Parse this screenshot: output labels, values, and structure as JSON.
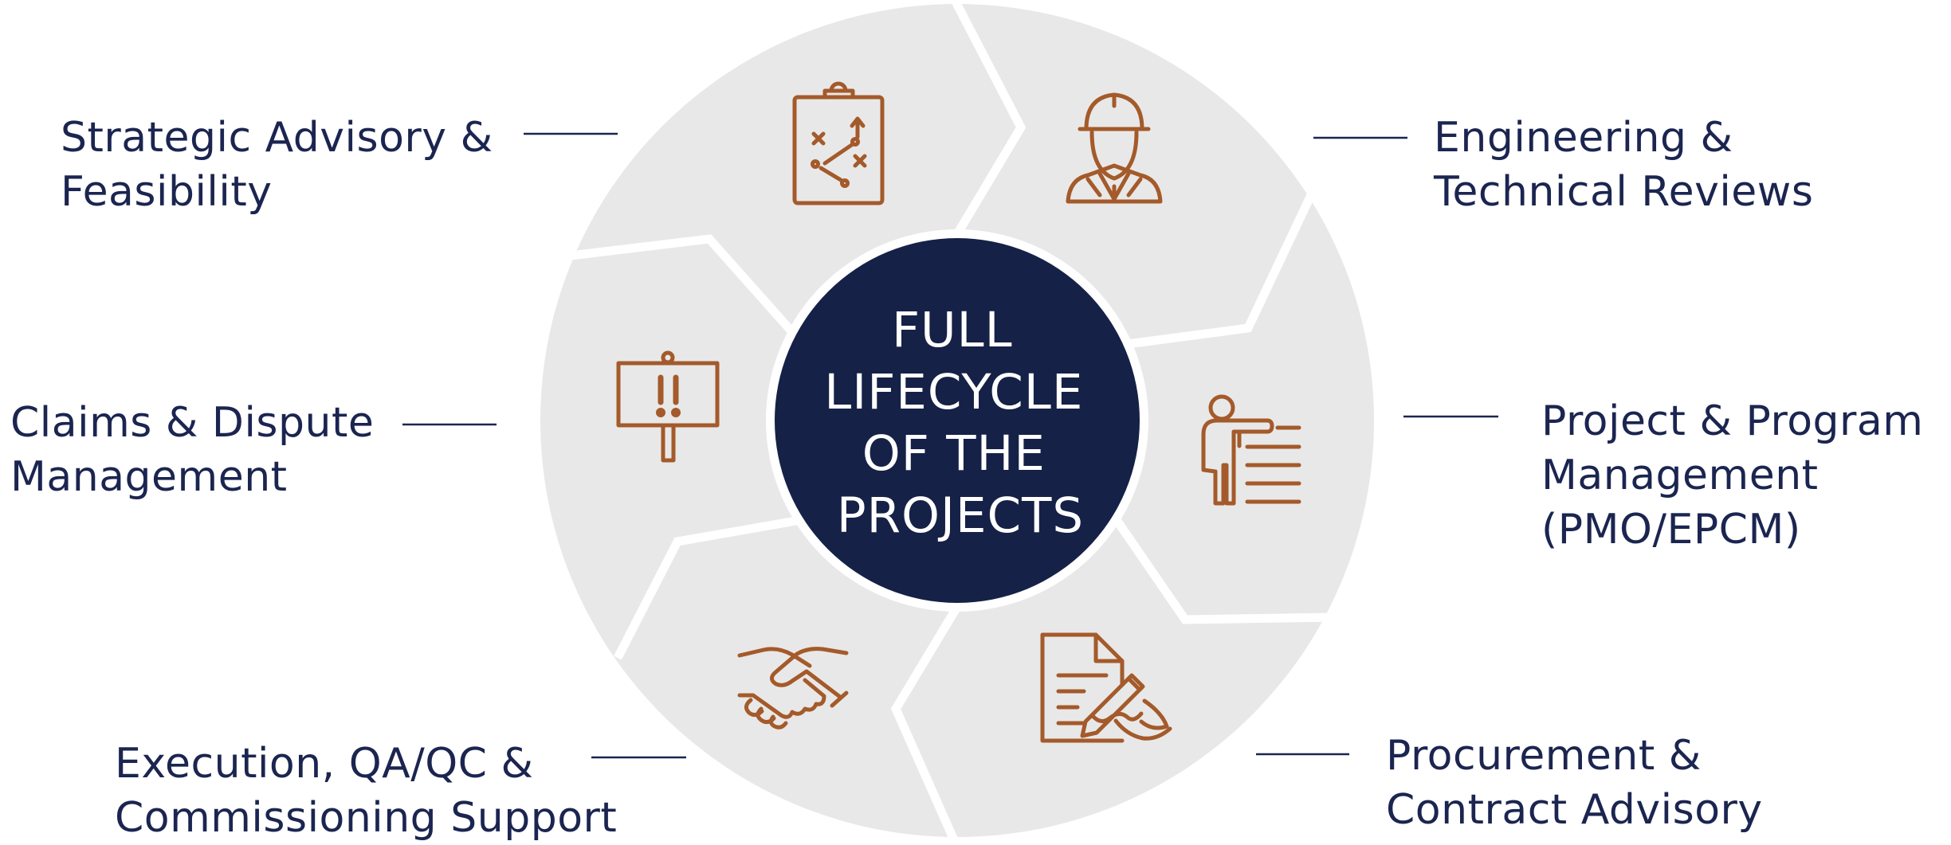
{
  "center": {
    "lines": [
      "FULL",
      "LIFECYCLE",
      "OF THE",
      "PROJECTS"
    ]
  },
  "services": [
    {
      "lines": [
        "Strategic Advisory &",
        "Feasibility"
      ],
      "icon": "strategy-clipboard-icon"
    },
    {
      "lines": [
        "Engineering &",
        "Technical Reviews"
      ],
      "icon": "engineer-icon"
    },
    {
      "lines": [
        "Project & Program",
        "Management",
        "(PMO/EPCM)"
      ],
      "icon": "presenter-icon"
    },
    {
      "lines": [
        "Procurement &",
        "Contract Advisory"
      ],
      "icon": "contract-signing-icon"
    },
    {
      "lines": [
        "Execution, QA/QC &",
        "Commissioning Support"
      ],
      "icon": "handshake-icon"
    },
    {
      "lines": [
        "Claims & Dispute",
        "Management"
      ],
      "icon": "warning-sign-icon"
    }
  ],
  "colors": {
    "segment": "#e8e8e8",
    "separator": "#ffffff",
    "center": "#152147",
    "icon": "#a45a2a",
    "text": "#1b2550",
    "leader": "#1b2550"
  }
}
